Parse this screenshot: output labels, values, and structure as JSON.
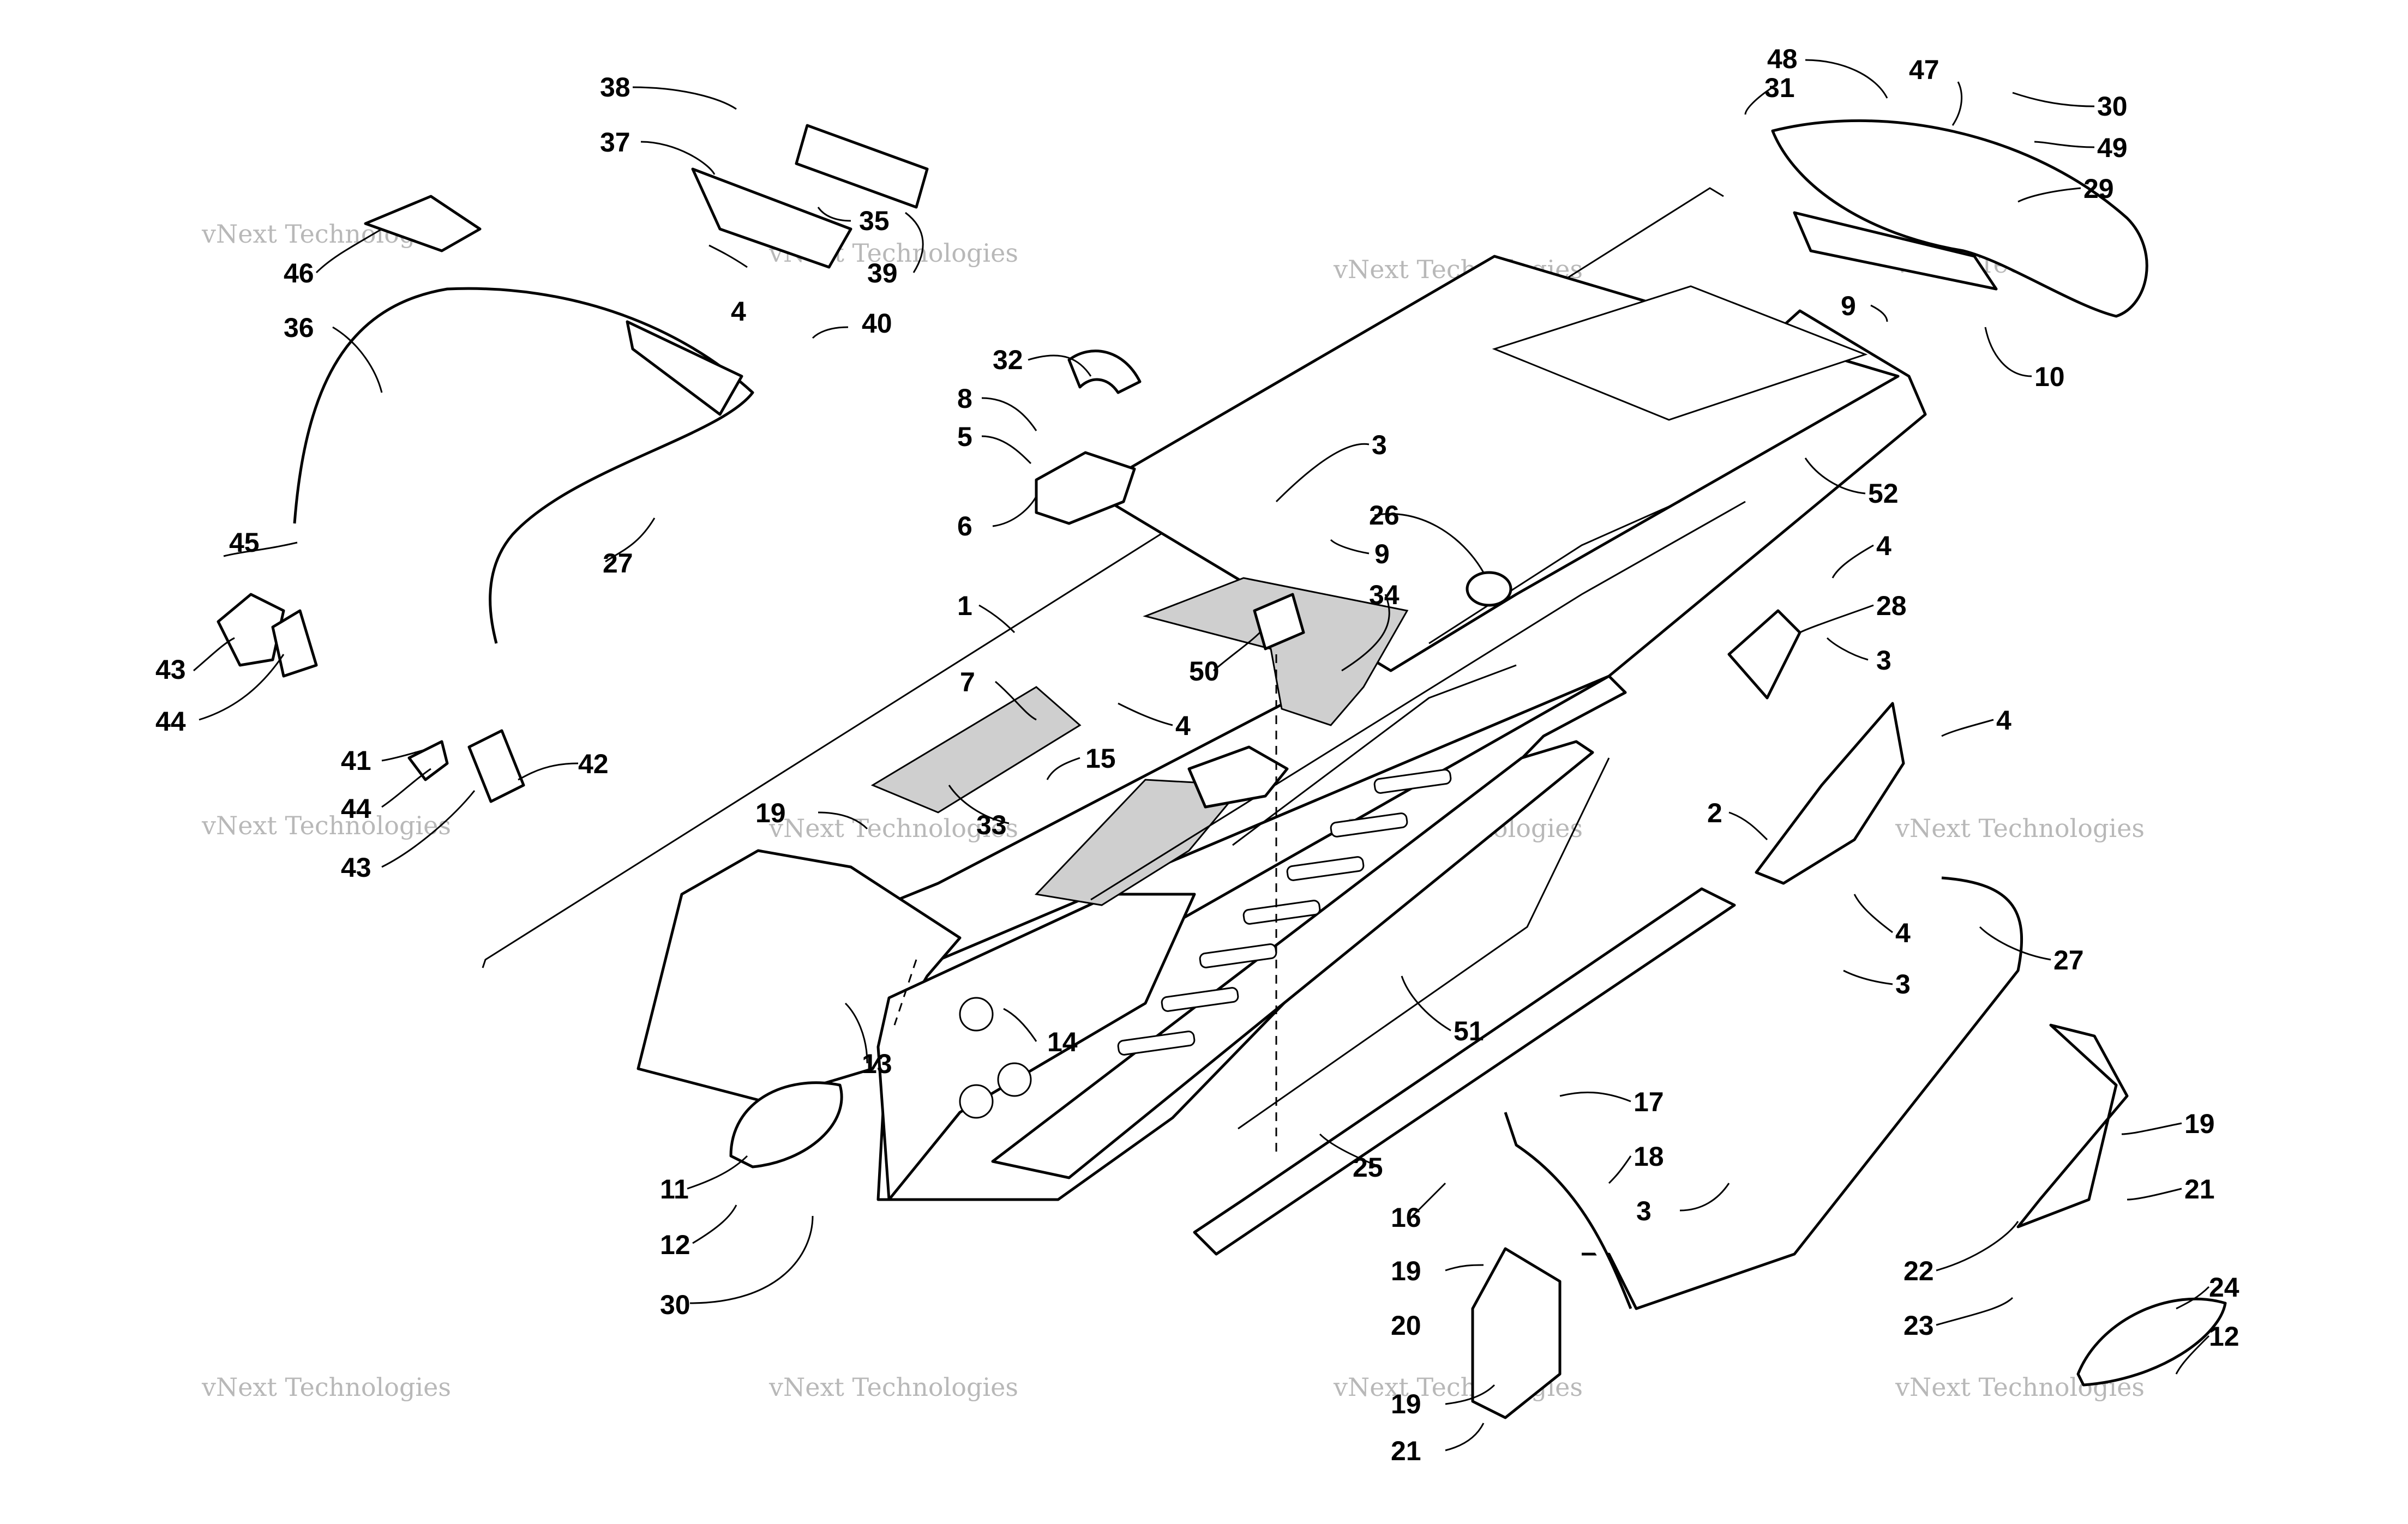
{
  "watermark": "vNext Technologies",
  "callouts": [
    {
      "id": "c38",
      "label": "38"
    },
    {
      "id": "c37",
      "label": "37"
    },
    {
      "id": "c35",
      "label": "35"
    },
    {
      "id": "c39",
      "label": "39"
    },
    {
      "id": "c46",
      "label": "46"
    },
    {
      "id": "c36",
      "label": "36"
    },
    {
      "id": "c4a",
      "label": "4"
    },
    {
      "id": "c40",
      "label": "40"
    },
    {
      "id": "c45",
      "label": "45"
    },
    {
      "id": "c27a",
      "label": "27"
    },
    {
      "id": "c43a",
      "label": "43"
    },
    {
      "id": "c44a",
      "label": "44"
    },
    {
      "id": "c41",
      "label": "41"
    },
    {
      "id": "c42",
      "label": "42"
    },
    {
      "id": "c44b",
      "label": "44"
    },
    {
      "id": "c43b",
      "label": "43"
    },
    {
      "id": "c32",
      "label": "32"
    },
    {
      "id": "c8",
      "label": "8"
    },
    {
      "id": "c5",
      "label": "5"
    },
    {
      "id": "c6",
      "label": "6"
    },
    {
      "id": "c1",
      "label": "1"
    },
    {
      "id": "c7",
      "label": "7"
    },
    {
      "id": "c4b",
      "label": "4"
    },
    {
      "id": "c15",
      "label": "15"
    },
    {
      "id": "c19a",
      "label": "19"
    },
    {
      "id": "c33",
      "label": "33"
    },
    {
      "id": "c3a",
      "label": "3"
    },
    {
      "id": "c9a",
      "label": "9"
    },
    {
      "id": "c26",
      "label": "26"
    },
    {
      "id": "c34",
      "label": "34"
    },
    {
      "id": "c50",
      "label": "50"
    },
    {
      "id": "c13",
      "label": "13"
    },
    {
      "id": "c14",
      "label": "14"
    },
    {
      "id": "c11",
      "label": "11"
    },
    {
      "id": "c12a",
      "label": "12"
    },
    {
      "id": "c30a",
      "label": "30"
    },
    {
      "id": "c48",
      "label": "48"
    },
    {
      "id": "c47",
      "label": "47"
    },
    {
      "id": "c31",
      "label": "31"
    },
    {
      "id": "c30b",
      "label": "30"
    },
    {
      "id": "c49",
      "label": "49"
    },
    {
      "id": "c29",
      "label": "29"
    },
    {
      "id": "c9b",
      "label": "9"
    },
    {
      "id": "c10",
      "label": "10"
    },
    {
      "id": "c52",
      "label": "52"
    },
    {
      "id": "c4c",
      "label": "4"
    },
    {
      "id": "c28",
      "label": "28"
    },
    {
      "id": "c3b",
      "label": "3"
    },
    {
      "id": "c4d",
      "label": "4"
    },
    {
      "id": "c2",
      "label": "2"
    },
    {
      "id": "c4e",
      "label": "4"
    },
    {
      "id": "c3c",
      "label": "3"
    },
    {
      "id": "c27b",
      "label": "27"
    },
    {
      "id": "c51",
      "label": "51"
    },
    {
      "id": "c17",
      "label": "17"
    },
    {
      "id": "c25",
      "label": "25"
    },
    {
      "id": "c18",
      "label": "18"
    },
    {
      "id": "c16",
      "label": "16"
    },
    {
      "id": "c3d",
      "label": "3"
    },
    {
      "id": "c19b",
      "label": "19"
    },
    {
      "id": "c20",
      "label": "20"
    },
    {
      "id": "c19c",
      "label": "19"
    },
    {
      "id": "c21a",
      "label": "21"
    },
    {
      "id": "c19d",
      "label": "19"
    },
    {
      "id": "c21b",
      "label": "21"
    },
    {
      "id": "c22",
      "label": "22"
    },
    {
      "id": "c23",
      "label": "23"
    },
    {
      "id": "c24",
      "label": "24"
    },
    {
      "id": "c12b",
      "label": "12"
    }
  ]
}
